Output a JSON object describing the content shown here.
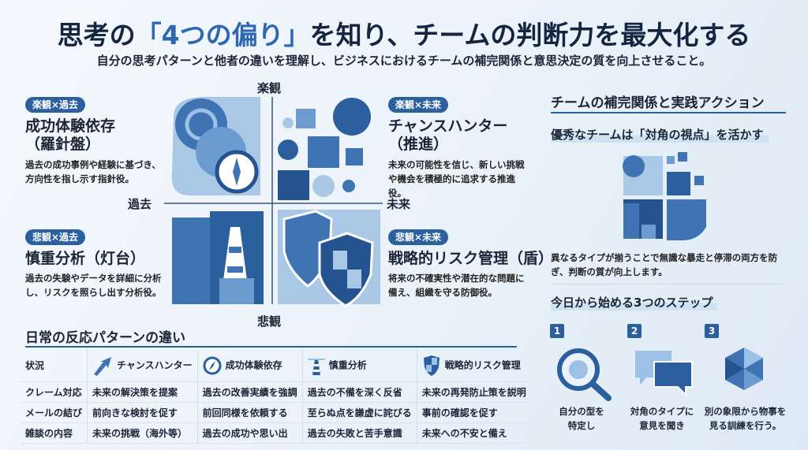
{
  "header": {
    "title_pre": "思考の",
    "title_highlight": "「4つの偏り」",
    "title_post": "を知り、チームの判断力を最大化する",
    "subtitle": "自分の思考パターンと他者の違いを理解し、ビジネスにおけるチームの補完関係と意思決定の質を向上させること。"
  },
  "axes": {
    "top": "楽観",
    "bottom": "悲観",
    "left": "過去",
    "right": "未来"
  },
  "quadrants": [
    {
      "tag": "楽観×過去",
      "title1": "成功体験依存",
      "title2": "（羅針盤）",
      "desc": "過去の成功事例や経験に基づき、方向性を指し示す指針役。"
    },
    {
      "tag": "楽観×未来",
      "title1": "チャンスハンター",
      "title2": "（推進）",
      "desc": "未来の可能性を信じ、新しい挑戦や機会を積極的に追求する推進役。"
    },
    {
      "tag": "悲観×過去",
      "title1": "慎重分析（灯台）",
      "title2": "",
      "desc": "過去の失験やデータを詳細に分析し、リスクを照らし出す分析役。"
    },
    {
      "tag": "悲観×未来",
      "title1": "戦略的リスク管理（盾）",
      "title2": "",
      "desc": "将来の不確実性や潜在的な問題に備え、組織を守る防御役。"
    }
  ],
  "table": {
    "title": "日常の反応パターンの違い",
    "headers": [
      "状況",
      "チャンスハンター",
      "成功体験依存",
      "慎重分析",
      "戦略的リスク管理"
    ],
    "rows": [
      [
        "クレーム対応",
        "未来の解決策を提案",
        "過去の改善実績を強調",
        "過去の不備を深く反省",
        "未来の再発防止策を説明"
      ],
      [
        "メールの結び",
        "前向きな検討を促す",
        "前回同様を依頼する",
        "至らぬ点を謙虚に詫びる",
        "事前の確認を促す"
      ],
      [
        "雑談の内容",
        "未来の挑戦（海外等）",
        "過去の成功や思い出",
        "過去の失敗と苦手意識",
        "未来への不安と備え"
      ]
    ]
  },
  "right": {
    "heading": "チームの補完関係と実践アクション",
    "sub1": "優秀なチームは「対角の視点」を活かす",
    "desc": "異なるタイプが揃うことで無識な暴走と停滞の両方を防ぎ、判断の質が向上します。",
    "sub2": "今日から始める3つのステップ",
    "steps": [
      {
        "num": "1",
        "text1": "自分の型を",
        "text2": "特定し"
      },
      {
        "num": "2",
        "text1": "対角のタイプに",
        "text2": "意見を聞き"
      },
      {
        "num": "3",
        "text1": "別の象限から物事を",
        "text2": "見る訓練を行う。"
      }
    ]
  },
  "colors": {
    "accent": "#2c5f9e",
    "title": "#15243f",
    "highlight": "#2e68b0"
  }
}
